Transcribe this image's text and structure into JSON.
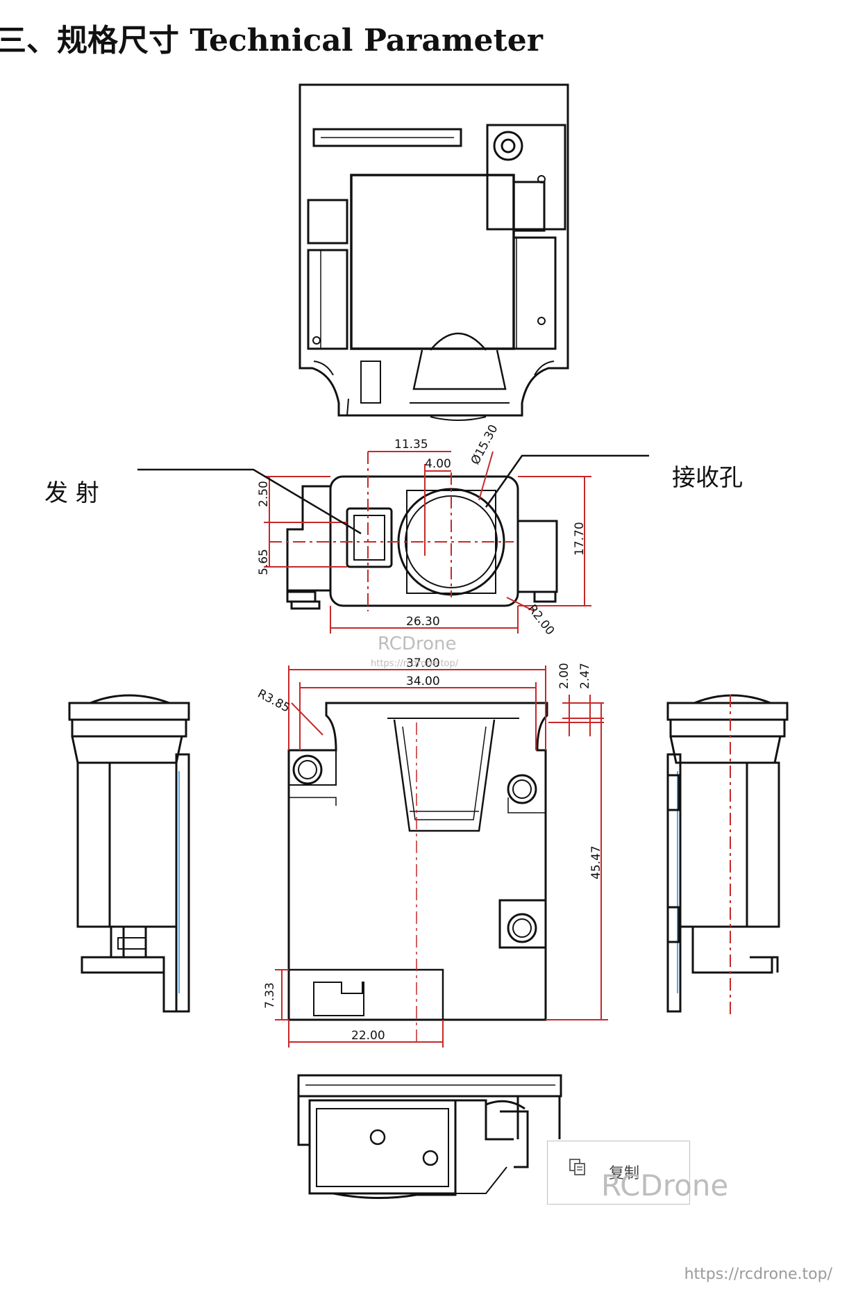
{
  "page": {
    "title": "三、规格尺寸 Technical Parameter",
    "footer_url": "https://rcdrone.top/"
  },
  "callouts": {
    "emitter": "发 射",
    "receiver": "接收孔"
  },
  "dimensions": {
    "front_view": {
      "width_11_35": "11.35",
      "width_4_00": "4.00",
      "diameter_15_30": "Ø15.30",
      "height_2_50": "2.50",
      "height_5_65": "5.65",
      "height_17_70": "17.70",
      "width_26_30": "26.30",
      "radius_2_00": "R2.00"
    },
    "plan_view": {
      "width_37_00": "37.00",
      "width_34_00": "34.00",
      "offset_2_00": "2.00",
      "offset_2_47": "2.47",
      "radius_3_85": "R3.85",
      "height_45_47": "45.47",
      "height_7_33": "7.33",
      "width_22_00": "22.00"
    }
  },
  "watermarks": {
    "brand_small": "RCDrone",
    "url_small": "https://rcdrone.top/",
    "brand_large": "RCDrone"
  },
  "context_menu": {
    "copy_label": "复制",
    "copy_icon": "copy-icon"
  },
  "colors": {
    "line": "#111111",
    "dimension": "#c62828",
    "watermark": "#bdbdbd"
  }
}
